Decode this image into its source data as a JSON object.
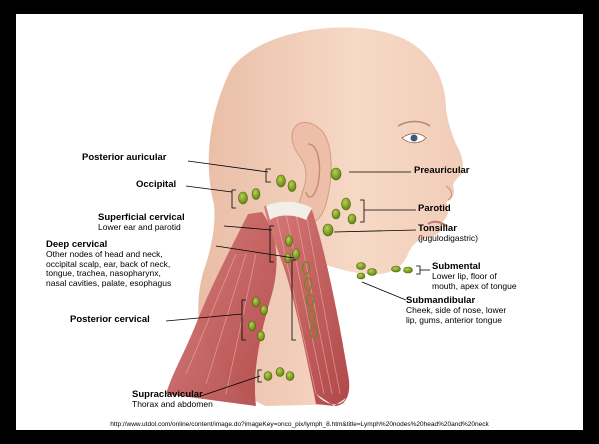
{
  "labels": {
    "posterior_auricular": {
      "title": "Posterior auricular"
    },
    "occipital": {
      "title": "Occipital"
    },
    "superficial_cervical": {
      "title": "Superficial cervical",
      "desc": "Lower ear and parotid"
    },
    "deep_cervical": {
      "title": "Deep cervical",
      "desc": [
        "Other nodes of head and neck,",
        "occipital scalp, ear, back of neck,",
        "tongue, trachea, nasopharynx,",
        "nasal cavities, palate, esophagus"
      ]
    },
    "posterior_cervical": {
      "title": "Posterior cervical"
    },
    "supraclavicular": {
      "title": "Supraclavicular",
      "desc": "Thorax and abdomen"
    },
    "preauricular": {
      "title": "Preauricular"
    },
    "parotid": {
      "title": "Parotid"
    },
    "tonsillar": {
      "title": "Tonsillar",
      "desc": "(jugulodigastric)"
    },
    "submental": {
      "title": "Submental",
      "desc": [
        "Lower lip, floor of",
        "mouth, apex of tongue"
      ]
    },
    "submandibular": {
      "title": "Submandibular",
      "desc": [
        "Cheek, side of nose, lower",
        "lip, gums, anterior tongue"
      ]
    }
  },
  "source_url": "http://www.utdol.com/online/content/image.do?imageKey=onco_pix/lymph_8.htm&title=Lymph%20nodes%20head%20and%20neck",
  "colors": {
    "skin": "#f3d2bd",
    "skin_shadow": "#e3b39a",
    "muscle": "#c25a5a",
    "node": "#7a9a1e",
    "node_light": "#a8c43a",
    "background_frame": "#000000"
  }
}
